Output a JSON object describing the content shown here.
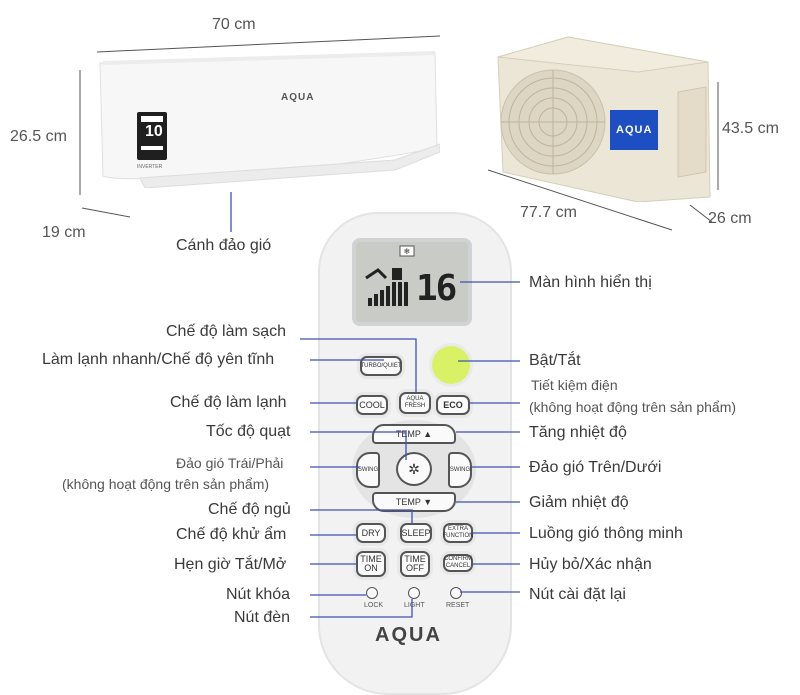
{
  "dimensions": {
    "indoor_width": "70 cm",
    "indoor_height": "26.5 cm",
    "indoor_depth": "19 cm",
    "outdoor_width": "77.7 cm",
    "outdoor_height": "43.5 cm",
    "outdoor_depth": "26 cm"
  },
  "brand": {
    "logo": "AQUA",
    "energy_label_number": "10",
    "inverter_text": "INVERTER",
    "lcd_temperature": "16"
  },
  "labels_left": {
    "louver": "Cánh đảo gió",
    "clean_mode": "Chế độ làm sạch",
    "turbo_quiet": "Làm lạnh nhanh/Chế độ yên tĩnh",
    "cool_mode": "Chế độ làm lạnh",
    "fan_speed": "Tốc độ quạt",
    "swing_lr": "Đảo gió Trái/Phải",
    "swing_lr_note": "(không hoạt động trên sản phẩm)",
    "sleep_mode": "Chế độ ngủ",
    "dry_mode": "Chế độ khử ẩm",
    "timer": "Hẹn giờ Tắt/Mở",
    "lock": "Nút khóa",
    "light": "Nút đèn"
  },
  "labels_right": {
    "display": "Màn hình hiển thị",
    "power": "Bật/Tắt",
    "eco": "Tiết kiệm điện",
    "eco_note": "(không hoạt động trên sản phẩm)",
    "temp_up": "Tăng nhiệt độ",
    "swing_ud": "Đảo gió Trên/Dưới",
    "temp_down": "Giảm nhiệt độ",
    "smart_flow": "Luồng gió thông minh",
    "cancel_confirm": "Hủy bỏ/Xác nhận",
    "reset": "Nút cài đặt lại"
  },
  "buttons": {
    "turbo_quiet": "TURBO/QUIET",
    "aqua_fresh": "AQUA FRESH",
    "cool": "COOL",
    "eco": "ECO",
    "temp_up": "TEMP ▲",
    "temp_down": "TEMP ▼",
    "swing_left": "SWING",
    "swing_right": "SWING",
    "dry": "DRY",
    "sleep": "SLEEP",
    "extra_function": "EXTRA FUNCTION",
    "time_on": "TIME ON",
    "time_off": "TIME OFF",
    "confirm_cancel": "CONFIRM CANCEL",
    "lock": "LOCK",
    "light": "LIGHT",
    "reset": "RESET"
  },
  "colors": {
    "leader_line": "#3f51b5",
    "text": "#3a3a3a",
    "aqua_blue": "#1e4fc2",
    "power_button": "#d4f05a"
  }
}
